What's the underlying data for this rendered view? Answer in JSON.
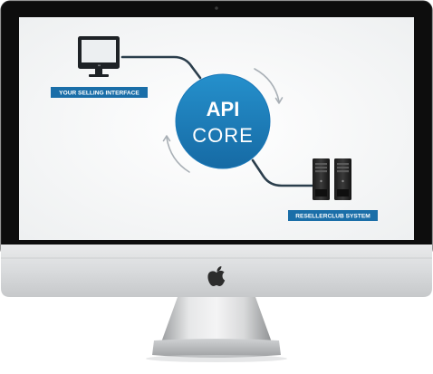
{
  "diagram": {
    "center": {
      "line1": "API",
      "line2": "CORE"
    },
    "left_node": {
      "label": "YOUR SELLING INTERFACE"
    },
    "right_node": {
      "label": "RESELLERCLUB SYSTEM"
    }
  },
  "colors": {
    "accent_blue": "#1a78b8",
    "label_bg": "#1a6ea8",
    "connector": "#2b3e4c",
    "arrow_gray": "#a9b0b6",
    "screen_bg": "#f3f4f5"
  },
  "icons": {
    "monitor": "desktop-monitor-icon",
    "servers": "server-tower-icon",
    "logo": "apple-logo-icon"
  }
}
